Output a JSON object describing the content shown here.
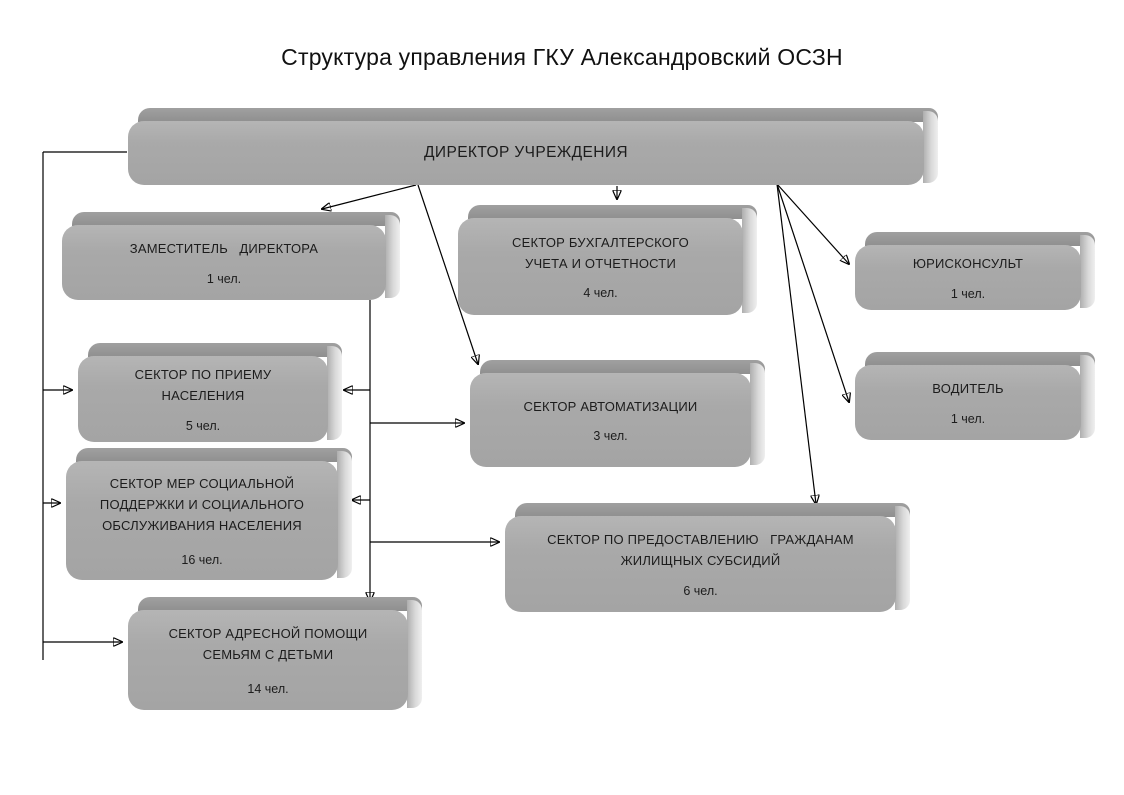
{
  "page": {
    "title": "Структура управления ГКУ Александровский ОСЗН"
  },
  "colors": {
    "background": "#ffffff",
    "box_front": "#a9a9a9",
    "box_top_face": "#8f8f8f",
    "box_right_face": "#e5e5e5",
    "connector": "#000000",
    "text": "#1c1c1c"
  },
  "org": {
    "nodes": [
      {
        "id": "director",
        "label": "ДИРЕКТОР УЧРЕЖДЕНИЯ",
        "count": ""
      },
      {
        "id": "deputy",
        "label": "ЗАМЕСТИТЕЛЬ   ДИРЕКТОРА",
        "count": "1 чел."
      },
      {
        "id": "accounting",
        "label": "СЕКТОР БУХГАЛТЕРСКОГО УЧЕТА И ОТЧЕТНОСТИ",
        "count": "4 чел."
      },
      {
        "id": "jurist",
        "label": "ЮРИСКОНСУЛЬТ",
        "count": "1 чел."
      },
      {
        "id": "driver",
        "label": "ВОДИТЕЛЬ",
        "count": "1 чел."
      },
      {
        "id": "reception",
        "label": "СЕКТОР ПО ПРИЕМУ  НАСЕЛЕНИЯ",
        "count": "5 чел."
      },
      {
        "id": "automation",
        "label": "СЕКТОР АВТОМАТИЗАЦИИ",
        "count": "3 чел."
      },
      {
        "id": "social",
        "label": "СЕКТОР МЕР СОЦИАЛЬНОЙ ПОДДЕРЖКИ И СОЦИАЛЬНОГО ОБСЛУЖИВАНИЯ НАСЕЛЕНИЯ",
        "count": "16 чел."
      },
      {
        "id": "subsidies",
        "label": "СЕКТОР ПО ПРЕДОСТАВЛЕНИЮ   ГРАЖДАНАМ ЖИЛИЩНЫХ СУБСИДИЙ",
        "count": "6 чел."
      },
      {
        "id": "children",
        "label": "СЕКТОР АДРЕСНОЙ ПОМОЩИ СЕМЬЯМ С ДЕТЬМИ",
        "count": "14 чел."
      }
    ],
    "edges": [
      {
        "from": "director",
        "to": "deputy"
      },
      {
        "from": "director",
        "to": "accounting"
      },
      {
        "from": "director",
        "to": "automation"
      },
      {
        "from": "director",
        "to": "jurist"
      },
      {
        "from": "director",
        "to": "driver"
      },
      {
        "from": "director",
        "to": "subsidies"
      },
      {
        "from": "director",
        "to": "reception"
      },
      {
        "from": "director",
        "to": "social"
      },
      {
        "from": "director",
        "to": "children"
      },
      {
        "from": "deputy",
        "to": "reception"
      },
      {
        "from": "deputy",
        "to": "automation"
      },
      {
        "from": "deputy",
        "to": "social"
      },
      {
        "from": "deputy",
        "to": "subsidies"
      },
      {
        "from": "deputy",
        "to": "children"
      }
    ]
  }
}
